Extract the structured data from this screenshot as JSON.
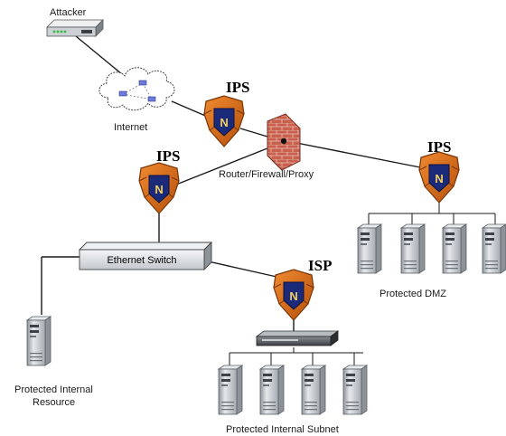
{
  "labels": {
    "attacker": "Attacker",
    "internet": "Internet",
    "router": "Router/Firewall/Proxy",
    "ips_top": "IPS",
    "ips_left": "IPS",
    "ips_right": "IPS",
    "isp": "ISP",
    "switch": "Ethernet Switch",
    "dmz": "Protected DMZ",
    "internal_resource_line1": "Protected Internal",
    "internal_resource_line2": "Resource",
    "internal_subnet": "Protected Internal Subnet"
  },
  "shield_letter": "N",
  "colors": {
    "shield_fill": "#d06818",
    "shield_edge": "#7a3608",
    "shield_inner": "#1c2a7a",
    "shield_letter": "#f2d060",
    "firewall_brick": "#c85a4a",
    "server_body": "#c9cdd2"
  }
}
